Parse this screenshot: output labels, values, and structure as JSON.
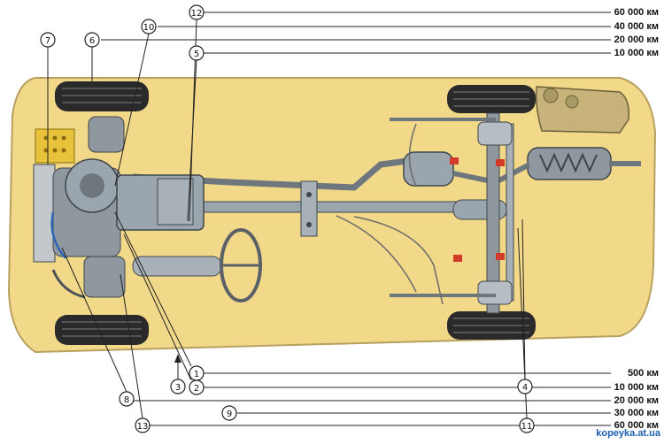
{
  "intervals_top": [
    {
      "label": "60 000 км"
    },
    {
      "label": "40 000 км"
    },
    {
      "label": "20 000 км"
    },
    {
      "label": "10 000 км"
    }
  ],
  "intervals_bottom": [
    {
      "label": "500 км"
    },
    {
      "label": "10 000 км"
    },
    {
      "label": "20 000 км"
    },
    {
      "label": "30 000 км"
    },
    {
      "label": "60 000 км"
    }
  ],
  "callouts": [
    "1",
    "2",
    "3",
    "4",
    "5",
    "6",
    "7",
    "8",
    "9",
    "10",
    "11",
    "12",
    "13"
  ],
  "watermark": "kopeyka.at.ua",
  "colors": {
    "body": "#f2d98a",
    "body_outline": "#b8a060",
    "metal": "#9aa5ad",
    "metal_dark": "#4a5258",
    "tire": "#2a2a2a",
    "accent_red": "#d23a2a",
    "accent_yellow": "#e8c23a",
    "line": "#222222"
  }
}
